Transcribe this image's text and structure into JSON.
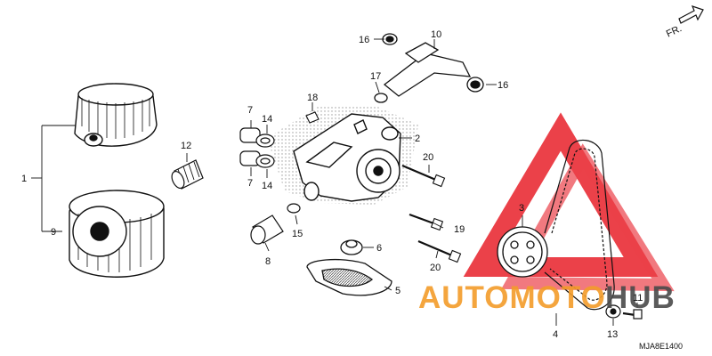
{
  "diagram": {
    "figure_code": "MJA8E1400",
    "direction_label": "FR.",
    "parts": [
      {
        "key": "p1",
        "label": "1",
        "part": "oil filter assembly"
      },
      {
        "key": "p2",
        "label": "2",
        "part": "oil pump"
      },
      {
        "key": "p3",
        "label": "3",
        "part": "driven sprocket"
      },
      {
        "key": "p4",
        "label": "4",
        "part": "drive chain"
      },
      {
        "key": "p5",
        "label": "5",
        "part": "oil strainer"
      },
      {
        "key": "p6",
        "label": "6",
        "part": "collar"
      },
      {
        "key": "p7a",
        "label": "7",
        "part": "dowel pin"
      },
      {
        "key": "p7b",
        "label": "7",
        "part": "dowel pin"
      },
      {
        "key": "p8",
        "label": "8",
        "part": "oil pipe"
      },
      {
        "key": "p9",
        "label": "9",
        "part": "oil filter cartridge"
      },
      {
        "key": "p10",
        "label": "10",
        "part": "oil pipe joint"
      },
      {
        "key": "p11",
        "label": "11",
        "part": "bolt"
      },
      {
        "key": "p12",
        "label": "12",
        "part": "oil filter boss"
      },
      {
        "key": "p13",
        "label": "13",
        "part": "washer"
      },
      {
        "key": "p14a",
        "label": "14",
        "part": "o-ring"
      },
      {
        "key": "p14b",
        "label": "14",
        "part": "o-ring"
      },
      {
        "key": "p15",
        "label": "15",
        "part": "o-ring"
      },
      {
        "key": "p16a",
        "label": "16",
        "part": "grommet"
      },
      {
        "key": "p16b",
        "label": "16",
        "part": "grommet"
      },
      {
        "key": "p17",
        "label": "17",
        "part": "o-ring"
      },
      {
        "key": "p18",
        "label": "18",
        "part": "dowel pin"
      },
      {
        "key": "p19",
        "label": "19",
        "part": "bolt"
      },
      {
        "key": "p20a",
        "label": "20",
        "part": "bolt"
      },
      {
        "key": "p20b",
        "label": "20",
        "part": "bolt"
      }
    ]
  },
  "watermark": {
    "text_a": "AUTOMOTO",
    "text_b": "HUB",
    "color_a": "#f39c2a",
    "color_b": "#4a4a4a",
    "triangle_color": "#e8202a"
  }
}
